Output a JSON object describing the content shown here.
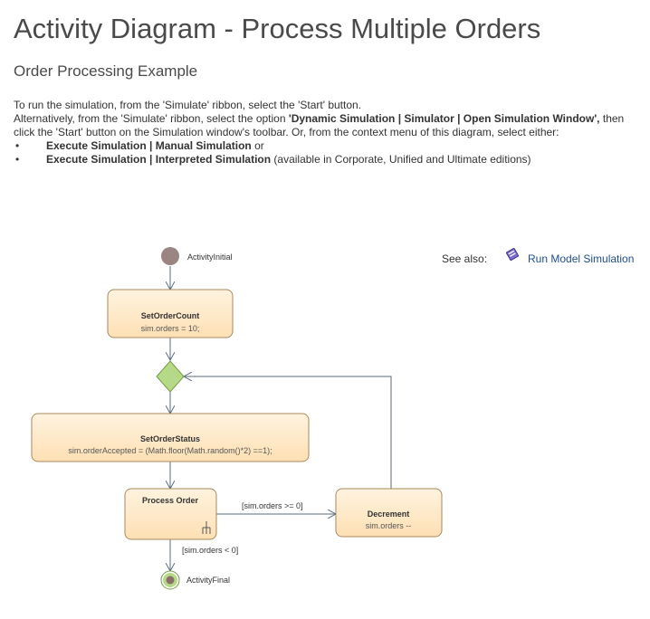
{
  "page": {
    "title": "Activity Diagram - Process Multiple Orders",
    "subtitle": "Order Processing Example",
    "intro_line1": "To run the simulation, from the 'Simulate' ribbon, select the 'Start' button.",
    "intro_line2_pre": "Alternatively, from the 'Simulate' ribbon, select the option ",
    "intro_line2_bold": "'Dynamic Simulation | Simulator | Open Simulation Window',",
    "intro_line2_post": " then click the 'Start' button on the Simulation window's toolbar. Or, from the context menu of this diagram, select either:",
    "bullet_symbol": "•",
    "bullet1_bold": "Execute Simulation | Manual Simulation",
    "bullet1_post": "  or",
    "bullet2_bold": "Execute Simulation | Interpreted Simulation",
    "bullet2_post": " (available in Corporate, Unified and Ultimate editions)",
    "see_also_label": "See also:",
    "see_also_link": "Run Model Simulation"
  },
  "diagram": {
    "initial_label": "ActivityInitial",
    "final_label": "ActivityFinal",
    "set_order_count": {
      "name": "SetOrderCount",
      "detail": "sim.orders = 10;"
    },
    "set_order_status": {
      "name": "SetOrderStatus",
      "detail": "sim.orderAccepted = (Math.floor(Math.random()*2) ==1);"
    },
    "process_order": {
      "name": "Process Order"
    },
    "decrement": {
      "name": "Decrement",
      "detail": "sim.orders --"
    },
    "guard_continue": "[sim.orders >= 0]",
    "guard_end": "[sim.orders < 0]"
  },
  "colors": {
    "action_fill_top": "#fff3df",
    "action_fill_bottom": "#fde0b4",
    "action_stroke": "#a8895e",
    "decision_fill": "#b6d987",
    "decision_stroke": "#7a9a4a",
    "initial_fill": "#9a8582",
    "final_fill": "#b6d987",
    "edge": "#5b6b80",
    "link": "#1f4e8c"
  },
  "icons": {
    "see_also": "book-icon",
    "subactivity": "rake-icon"
  }
}
